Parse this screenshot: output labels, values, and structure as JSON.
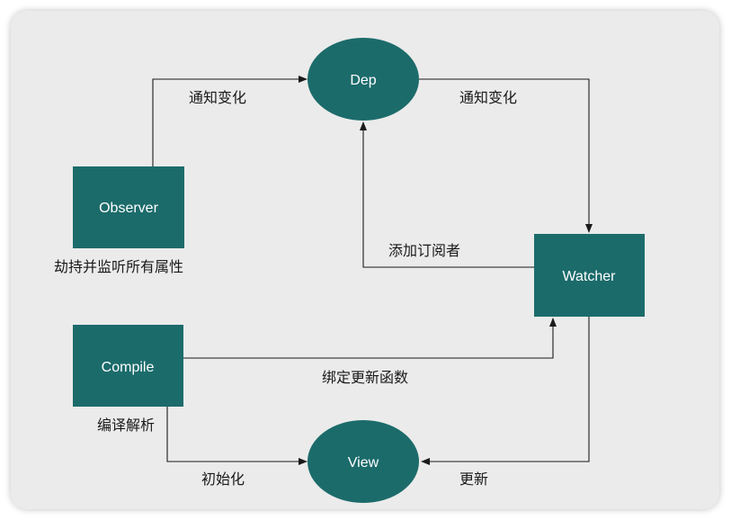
{
  "colors": {
    "node_fill": "#1c6b6b",
    "background": "#ebebeb",
    "edge": "#1a1a1a"
  },
  "nodes": {
    "dep": "Dep",
    "observer": "Observer",
    "watcher": "Watcher",
    "compile": "Compile",
    "view": "View"
  },
  "labels": {
    "observer_to_dep": "通知变化",
    "dep_to_watcher": "通知变化",
    "watcher_to_dep": "添加订阅者",
    "compile_to_watcher": "绑定更新函数",
    "compile_to_view": "初始化",
    "watcher_to_view": "更新",
    "observer_caption": "劫持并监听所有属性",
    "compile_caption": "编译解析"
  }
}
